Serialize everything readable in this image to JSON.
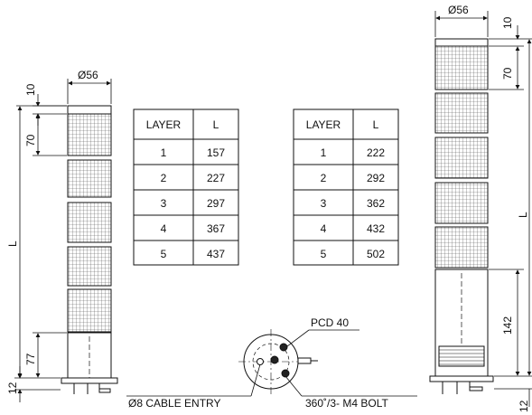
{
  "left_tower": {
    "diameter": "Ø56",
    "top_cap": "10",
    "layer_height": "70",
    "overall": "L",
    "base_height": "77",
    "bottom_offset": "12"
  },
  "right_tower": {
    "diameter": "Ø56",
    "top_cap": "10",
    "layer_height": "70",
    "overall": "L",
    "base_height": "142",
    "bottom_offset": "12"
  },
  "table_left": {
    "headers": [
      "LAYER",
      "L"
    ],
    "rows": [
      [
        "1",
        "157"
      ],
      [
        "2",
        "227"
      ],
      [
        "3",
        "297"
      ],
      [
        "4",
        "367"
      ],
      [
        "5",
        "437"
      ]
    ]
  },
  "table_right": {
    "headers": [
      "LAYER",
      "L"
    ],
    "rows": [
      [
        "1",
        "222"
      ],
      [
        "2",
        "292"
      ],
      [
        "3",
        "362"
      ],
      [
        "4",
        "432"
      ],
      [
        "5",
        "502"
      ]
    ]
  },
  "base_view": {
    "pcd": "PCD 40",
    "cable_entry": "Ø8 CABLE ENTRY",
    "bolt": "360˚/3- M4 BOLT"
  }
}
